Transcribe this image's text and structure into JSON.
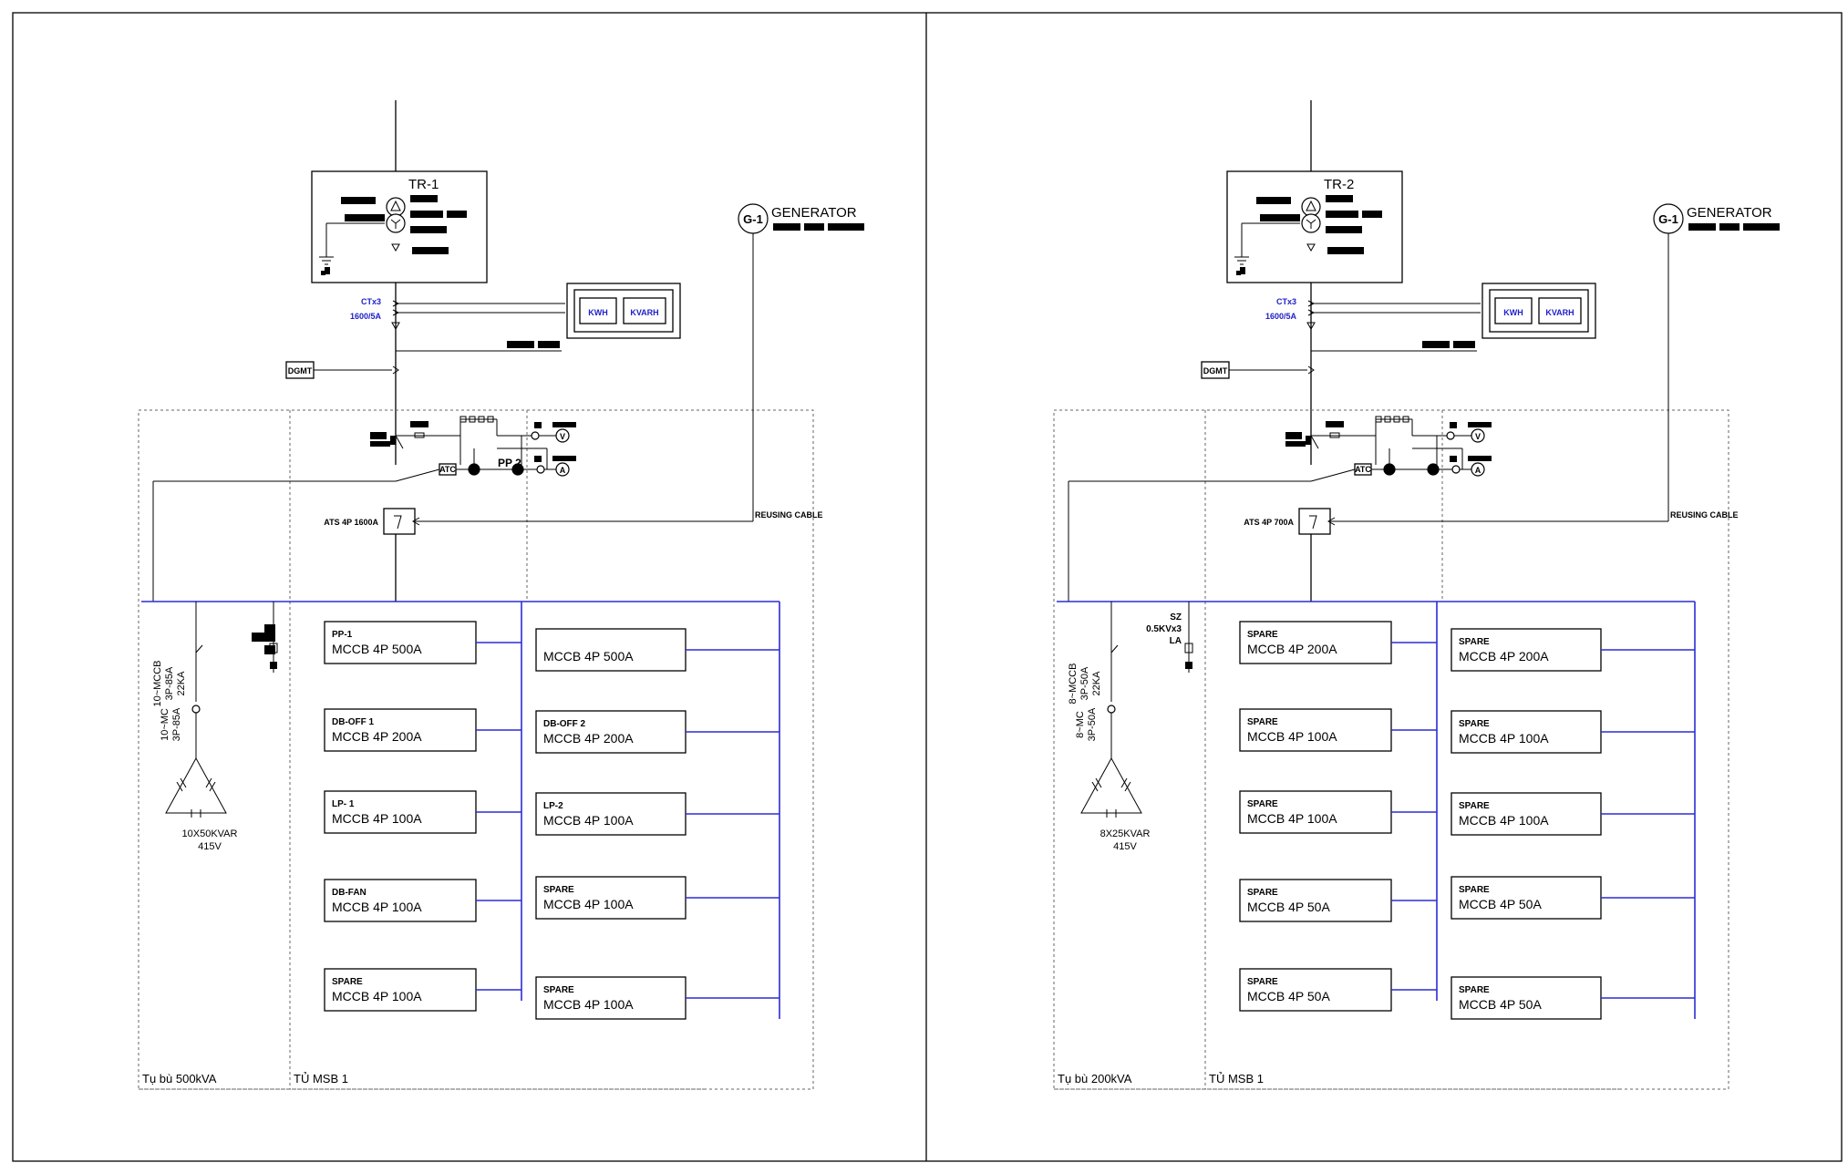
{
  "sheets": [
    {
      "transformer": "TR-1",
      "generator_symbol": "G-1",
      "generator_label": "GENERATOR",
      "ct_label_1": "CTx3",
      "ct_label_2": "1600/5A",
      "meter_1": "KWH",
      "meter_2": "KVARH",
      "dgmt": "DGMT",
      "atc": "ATC",
      "pp_label": "PP 2",
      "volt_symbol": "V",
      "amp_symbol": "A",
      "ats_label": "ATS 4P 1600A",
      "cable_label": "REUSING CABLE",
      "cap_mccb": [
        "10~MCCB",
        "3P-85A",
        "22KA"
      ],
      "cap_mc": [
        "10~MC",
        "3P-85A"
      ],
      "cap_rating": "10X50KVAR",
      "cap_voltage": "415V",
      "surge": [],
      "panel_left_label": "Tụ bù 500kVA",
      "panel_right_label": "TỦ MSB 1",
      "feeders_left": [
        {
          "name": "PP-1",
          "breaker": "MCCB 4P 500A"
        },
        {
          "name": "DB-OFF 1",
          "breaker": "MCCB 4P 200A"
        },
        {
          "name": "LP- 1",
          "breaker": "MCCB 4P 100A"
        },
        {
          "name": "DB-FAN",
          "breaker": "MCCB 4P 100A"
        },
        {
          "name": "SPARE",
          "breaker": "MCCB 4P 100A"
        }
      ],
      "feeders_right": [
        {
          "name": "",
          "breaker": "MCCB 4P 500A"
        },
        {
          "name": "DB-OFF 2",
          "breaker": "MCCB 4P 200A"
        },
        {
          "name": "LP-2",
          "breaker": "MCCB 4P 100A"
        },
        {
          "name": "SPARE",
          "breaker": "MCCB 4P 100A"
        },
        {
          "name": "SPARE",
          "breaker": "MCCB 4P 100A"
        }
      ]
    },
    {
      "transformer": "TR-2",
      "generator_symbol": "G-1",
      "generator_label": "GENERATOR",
      "ct_label_1": "CTx3",
      "ct_label_2": "1600/5A",
      "meter_1": "KWH",
      "meter_2": "KVARH",
      "dgmt": "DGMT",
      "atc": "ATC",
      "pp_label": "",
      "volt_symbol": "V",
      "amp_symbol": "A",
      "ats_label": "ATS 4P 700A",
      "cable_label": "REUSING CABLE",
      "cap_mccb": [
        "8~MCCB",
        "3P-50A",
        "22KA"
      ],
      "cap_mc": [
        "8~MC",
        "3P-50A"
      ],
      "cap_rating": "8X25KVAR",
      "cap_voltage": "415V",
      "surge": [
        "SZ",
        "0.5KVx3",
        "LA"
      ],
      "panel_left_label": "Tụ bù 200kVA",
      "panel_right_label": "TỦ MSB 1",
      "feeders_left": [
        {
          "name": "SPARE",
          "breaker": "MCCB 4P 200A"
        },
        {
          "name": "SPARE",
          "breaker": "MCCB 4P 100A"
        },
        {
          "name": "SPARE",
          "breaker": "MCCB 4P 100A"
        },
        {
          "name": "SPARE",
          "breaker": "MCCB 4P 50A"
        },
        {
          "name": "SPARE",
          "breaker": "MCCB 4P 50A"
        }
      ],
      "feeders_right": [
        {
          "name": "SPARE",
          "breaker": "MCCB 4P 200A"
        },
        {
          "name": "SPARE",
          "breaker": "MCCB 4P 100A"
        },
        {
          "name": "SPARE",
          "breaker": "MCCB 4P 100A"
        },
        {
          "name": "SPARE",
          "breaker": "MCCB 4P 50A"
        },
        {
          "name": "SPARE",
          "breaker": "MCCB 4P 50A"
        }
      ]
    }
  ]
}
